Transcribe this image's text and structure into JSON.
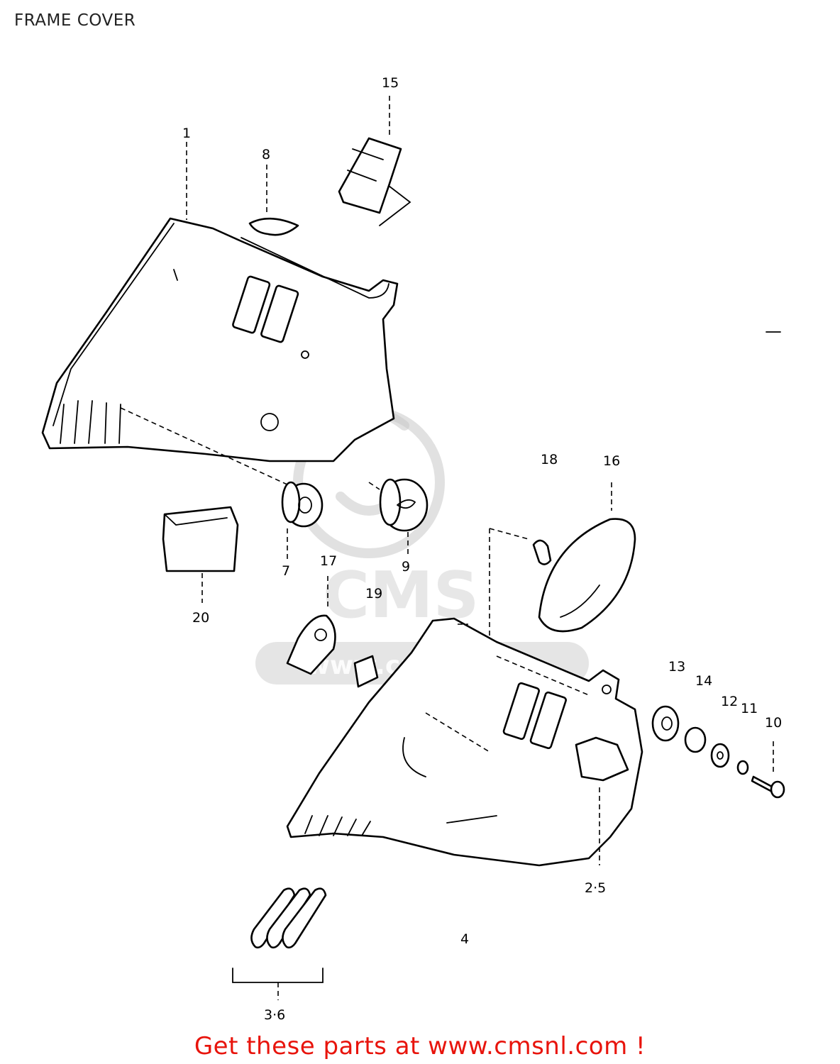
{
  "title": "FRAME COVER",
  "footer": "Get these parts at www.cmsnl.com !",
  "watermark": {
    "brand": "CMS",
    "url": "www.cmsnl.com"
  },
  "callouts": [
    {
      "id": "15",
      "text": "15"
    },
    {
      "id": "1",
      "text": "1"
    },
    {
      "id": "8",
      "text": "8"
    },
    {
      "id": "18",
      "text": "18"
    },
    {
      "id": "16",
      "text": "16"
    },
    {
      "id": "7",
      "text": "7"
    },
    {
      "id": "9",
      "text": "9"
    },
    {
      "id": "17",
      "text": "17"
    },
    {
      "id": "19",
      "text": "19"
    },
    {
      "id": "20",
      "text": "20"
    },
    {
      "id": "13",
      "text": "13"
    },
    {
      "id": "14",
      "text": "14"
    },
    {
      "id": "12",
      "text": "12"
    },
    {
      "id": "11",
      "text": "11"
    },
    {
      "id": "10",
      "text": "10"
    },
    {
      "id": "2-5",
      "text": "2·5"
    },
    {
      "id": "4",
      "text": "4"
    },
    {
      "id": "3-6",
      "text": "3·6"
    }
  ],
  "colors": {
    "footer_text": "#e8140c",
    "line": "#000000",
    "watermark": "#cfcfcf"
  }
}
